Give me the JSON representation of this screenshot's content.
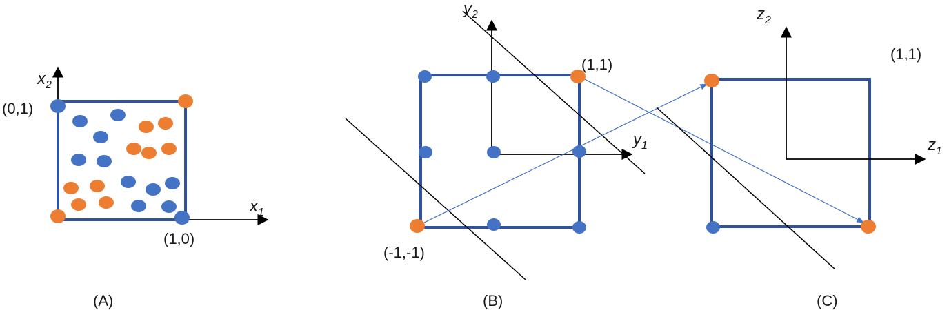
{
  "colors": {
    "blue_point": "#4472c4",
    "orange_point": "#ed7d31",
    "square_border": "#2f52a0",
    "axis": "#000000",
    "arrow": "#4472c4"
  },
  "panel_a": {
    "caption": "(A)",
    "x_axis": {
      "letter": "x",
      "sub": "1"
    },
    "y_axis": {
      "letter": "x",
      "sub": "2"
    },
    "label_01": "(0,1)",
    "label_10": "(1,0)"
  },
  "panel_b": {
    "caption": "(B)",
    "x_axis": {
      "letter": "y",
      "sub": "1"
    },
    "y_axis": {
      "letter": "y",
      "sub": "2"
    },
    "label_11": "(1,1)",
    "label_m1m1": "(-1,-1)"
  },
  "panel_c": {
    "caption": "(C)",
    "x_axis": {
      "letter": "z",
      "sub": "1"
    },
    "y_axis": {
      "letter": "z",
      "sub": "2"
    },
    "label_11": "(1,1)"
  }
}
